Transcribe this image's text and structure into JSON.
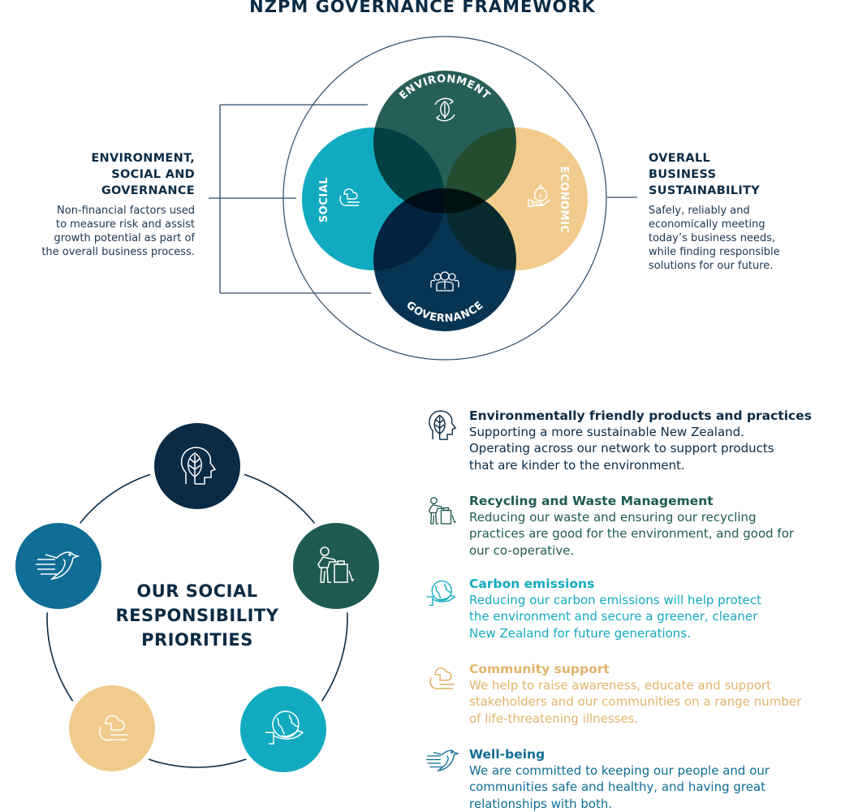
{
  "title": "NZPM GOVERNANCE FRAMEWORK",
  "framework": {
    "left_block": {
      "heading_lines": [
        "ENVIRONMENT,",
        "SOCIAL AND",
        "GOVERNANCE"
      ],
      "body_lines": [
        "Non-financial factors used",
        "to measure risk and assist",
        "growth potential as part of",
        "the overall business process."
      ]
    },
    "right_block": {
      "heading_lines": [
        "OVERALL",
        "BUSINESS",
        "SUSTAINABILITY"
      ],
      "body_lines": [
        "Safely, reliably and",
        "economically meeting",
        "today’s business needs,",
        "while finding responsible",
        "solutions for our future."
      ]
    },
    "circles": [
      {
        "label": "ENVIRONMENT",
        "icon": "leaf-recycle-icon",
        "color": "#1f5a52"
      },
      {
        "label": "SOCIAL",
        "icon": "helping-hand-icon",
        "color": "#12aac0"
      },
      {
        "label": "ECONOMIC",
        "icon": "money-bag-hand-icon",
        "color": "#f0cb8c"
      },
      {
        "label": "GOVERNANCE",
        "icon": "people-group-icon",
        "color": "#032a45"
      }
    ]
  },
  "priorities": {
    "title_lines": [
      "OUR SOCIAL",
      "RESPONSIBILITY",
      "PRIORITIES"
    ],
    "circles": [
      {
        "icon": "head-leaf-icon",
        "color": "#0b2b45"
      },
      {
        "icon": "recycling-person-icon",
        "color": "#1f5a52"
      },
      {
        "icon": "globe-hand-icon",
        "color": "#12aac0"
      },
      {
        "icon": "helping-hand-icon",
        "color": "#f0cb8c"
      },
      {
        "icon": "dove-hand-icon",
        "color": "#0f6d96"
      }
    ],
    "items": [
      {
        "heading": "Environmentally friendly products and practices",
        "lines": [
          "Supporting a more sustainable New Zealand.",
          "Operating across our network to support products",
          "that are kinder to the environment."
        ],
        "color": "#0b2b45",
        "icon": "head-leaf-icon"
      },
      {
        "heading": "Recycling and Waste Management",
        "lines": [
          "Reducing our waste and ensuring our recycling",
          "practices are good for the environment, and good for",
          "our co-operative."
        ],
        "color": "#1f5a52",
        "icon": "recycling-person-icon"
      },
      {
        "heading": "Carbon emissions",
        "lines": [
          "Reducing our carbon emissions will help protect",
          "the environment and secure a greener, cleaner",
          "New Zealand for future generations."
        ],
        "color": "#12aac0",
        "icon": "globe-hand-icon"
      },
      {
        "heading": "Community support",
        "lines": [
          "We help to raise awareness, educate and support",
          "stakeholders and our communities on a range number",
          "of life-threatening illnesses."
        ],
        "color": "#e2b46c",
        "icon": "helping-hand-icon"
      },
      {
        "heading": "Well-being",
        "lines": [
          "We are committed to keeping our people and our",
          "communities safe and healthy, and having great",
          "relationships with both."
        ],
        "color": "#0f6d96",
        "icon": "dove-hand-icon"
      }
    ]
  }
}
